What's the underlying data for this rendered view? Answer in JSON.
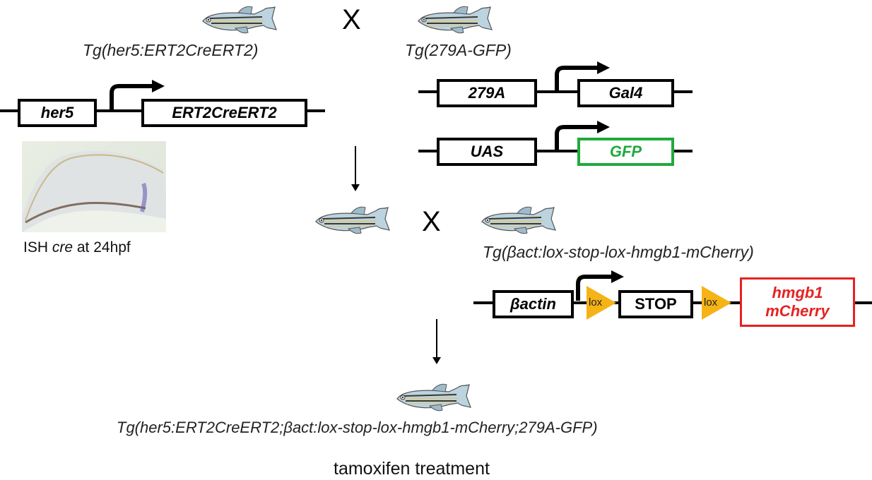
{
  "cross1": {
    "parent_left": {
      "label": "Tg(her5:ERT2CreERT2)",
      "icon": "zebrafish-icon"
    },
    "cross_symbol": "X",
    "parent_right": {
      "label": "Tg(279A-GFP)",
      "icon": "zebrafish-icon"
    },
    "construct_her5": {
      "promoter": "her5",
      "gene": "ERT2CreERT2"
    },
    "construct_279a": {
      "promoter": "279A",
      "gene": "Gal4"
    },
    "construct_uas": {
      "promoter": "UAS",
      "gene": "GFP",
      "gene_color": "#1faa3c"
    },
    "ish_image": {
      "caption_pre": "ISH ",
      "caption_italic": "cre",
      "caption_post": " at 24hpf"
    }
  },
  "cross2": {
    "cross_symbol": "X",
    "parent_right": {
      "label": "Tg(βact:lox-stop-lox-hmgb1-mCherry)",
      "icon": "zebrafish-icon"
    },
    "construct": {
      "promoter": "βactin",
      "lox1": "lox",
      "stop": "STOP",
      "lox2": "lox",
      "gene_line1": "hmgb1",
      "gene_line2": "mCherry",
      "gene_color": "#e52222",
      "lox_color": "#f5b316"
    }
  },
  "offspring": {
    "label": "Tg(her5:ERT2CreERT2;βact:lox-stop-lox-hmgb1-mCherry;279A-GFP)",
    "treatment": "tamoxifen treatment",
    "icon": "zebrafish-icon"
  }
}
